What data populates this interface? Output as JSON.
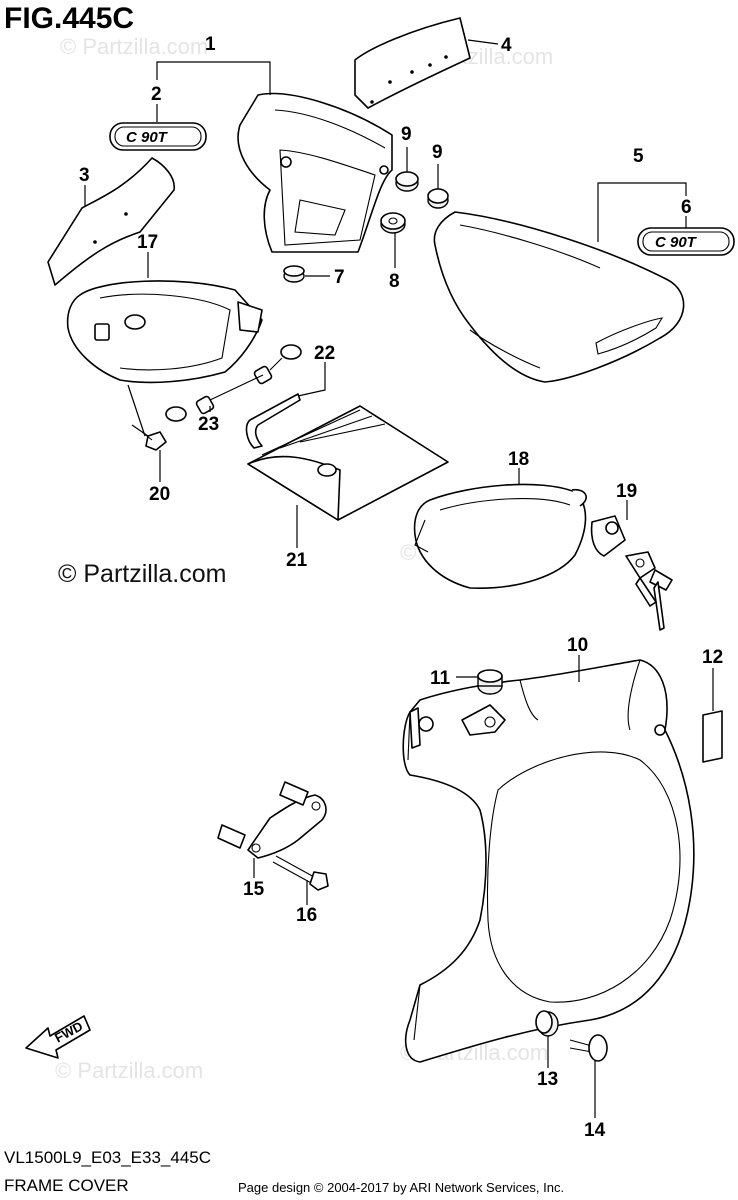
{
  "figure": {
    "title": "FIG.445C",
    "model_code": "VL1500L9_E03_E33_445C",
    "section": "FRAME COVER",
    "copyright": "Page design © 2004-2017 by ARI Network Services, Inc.",
    "watermark_main": "© Partzilla.com",
    "watermark_faint": "© Partzilla.com",
    "emblem_text": "C 90T",
    "fwd_label": "FWD"
  },
  "callouts": {
    "c1": "1",
    "c2": "2",
    "c3": "3",
    "c4": "4",
    "c5": "5",
    "c6": "6",
    "c7": "7",
    "c8": "8",
    "c9a": "9",
    "c9b": "9",
    "c10": "10",
    "c11": "11",
    "c12": "12",
    "c13": "13",
    "c14": "14",
    "c15": "15",
    "c16": "16",
    "c17": "17",
    "c18": "18",
    "c19": "19",
    "c20": "20",
    "c21": "21",
    "c22": "22",
    "c23": "23"
  }
}
